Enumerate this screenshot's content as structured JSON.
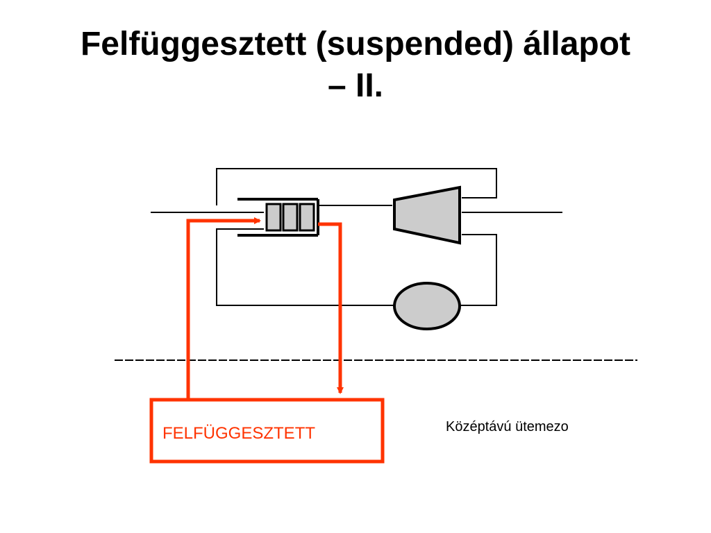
{
  "slide": {
    "title_line1": "Felfüggesztett (suspended) állapot",
    "title_line2": "– II."
  },
  "diagram": {
    "suspended_box_label": "FELFÜGGESZTETT",
    "scheduler_label": "Középtávú ütemezo"
  },
  "colors": {
    "accent": "#ff3300",
    "shape_fill": "#cccccc",
    "line": "#000000"
  }
}
